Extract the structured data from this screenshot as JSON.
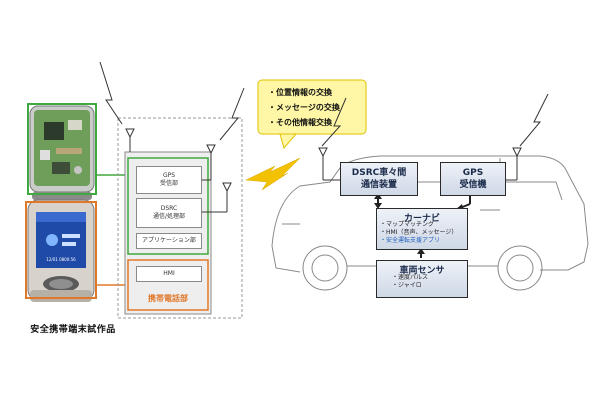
{
  "caption": "安全携帯端末試作品",
  "speech_bubble": {
    "items": [
      "・位置情報の交換",
      "・メッセージの交換",
      "・その他情報交換"
    ]
  },
  "phone_module": {
    "gps_line1": "GPS",
    "gps_line2": "受信部",
    "dsrc_line1": "DSRC",
    "dsrc_line2": "通信/処理部",
    "app": "アプリケーション部",
    "hmi": "HMI",
    "phone_part": "携帯電話部"
  },
  "vehicle": {
    "dsrc_line1": "DSRC車々間",
    "dsrc_line2": "通信装置",
    "gps_line1": "GPS",
    "gps_line2": "受信機",
    "carnavi": {
      "title": "カーナビ",
      "items": [
        "・マップマッチング",
        "・HMI（音声、メッセージ）",
        "・安全運転支援アプリ"
      ]
    },
    "sensor": {
      "title": "車両センサ",
      "items": [
        "・速度パルス",
        "・ジャイロ"
      ]
    }
  },
  "phone_screen_text": "12/01 0800:56"
}
